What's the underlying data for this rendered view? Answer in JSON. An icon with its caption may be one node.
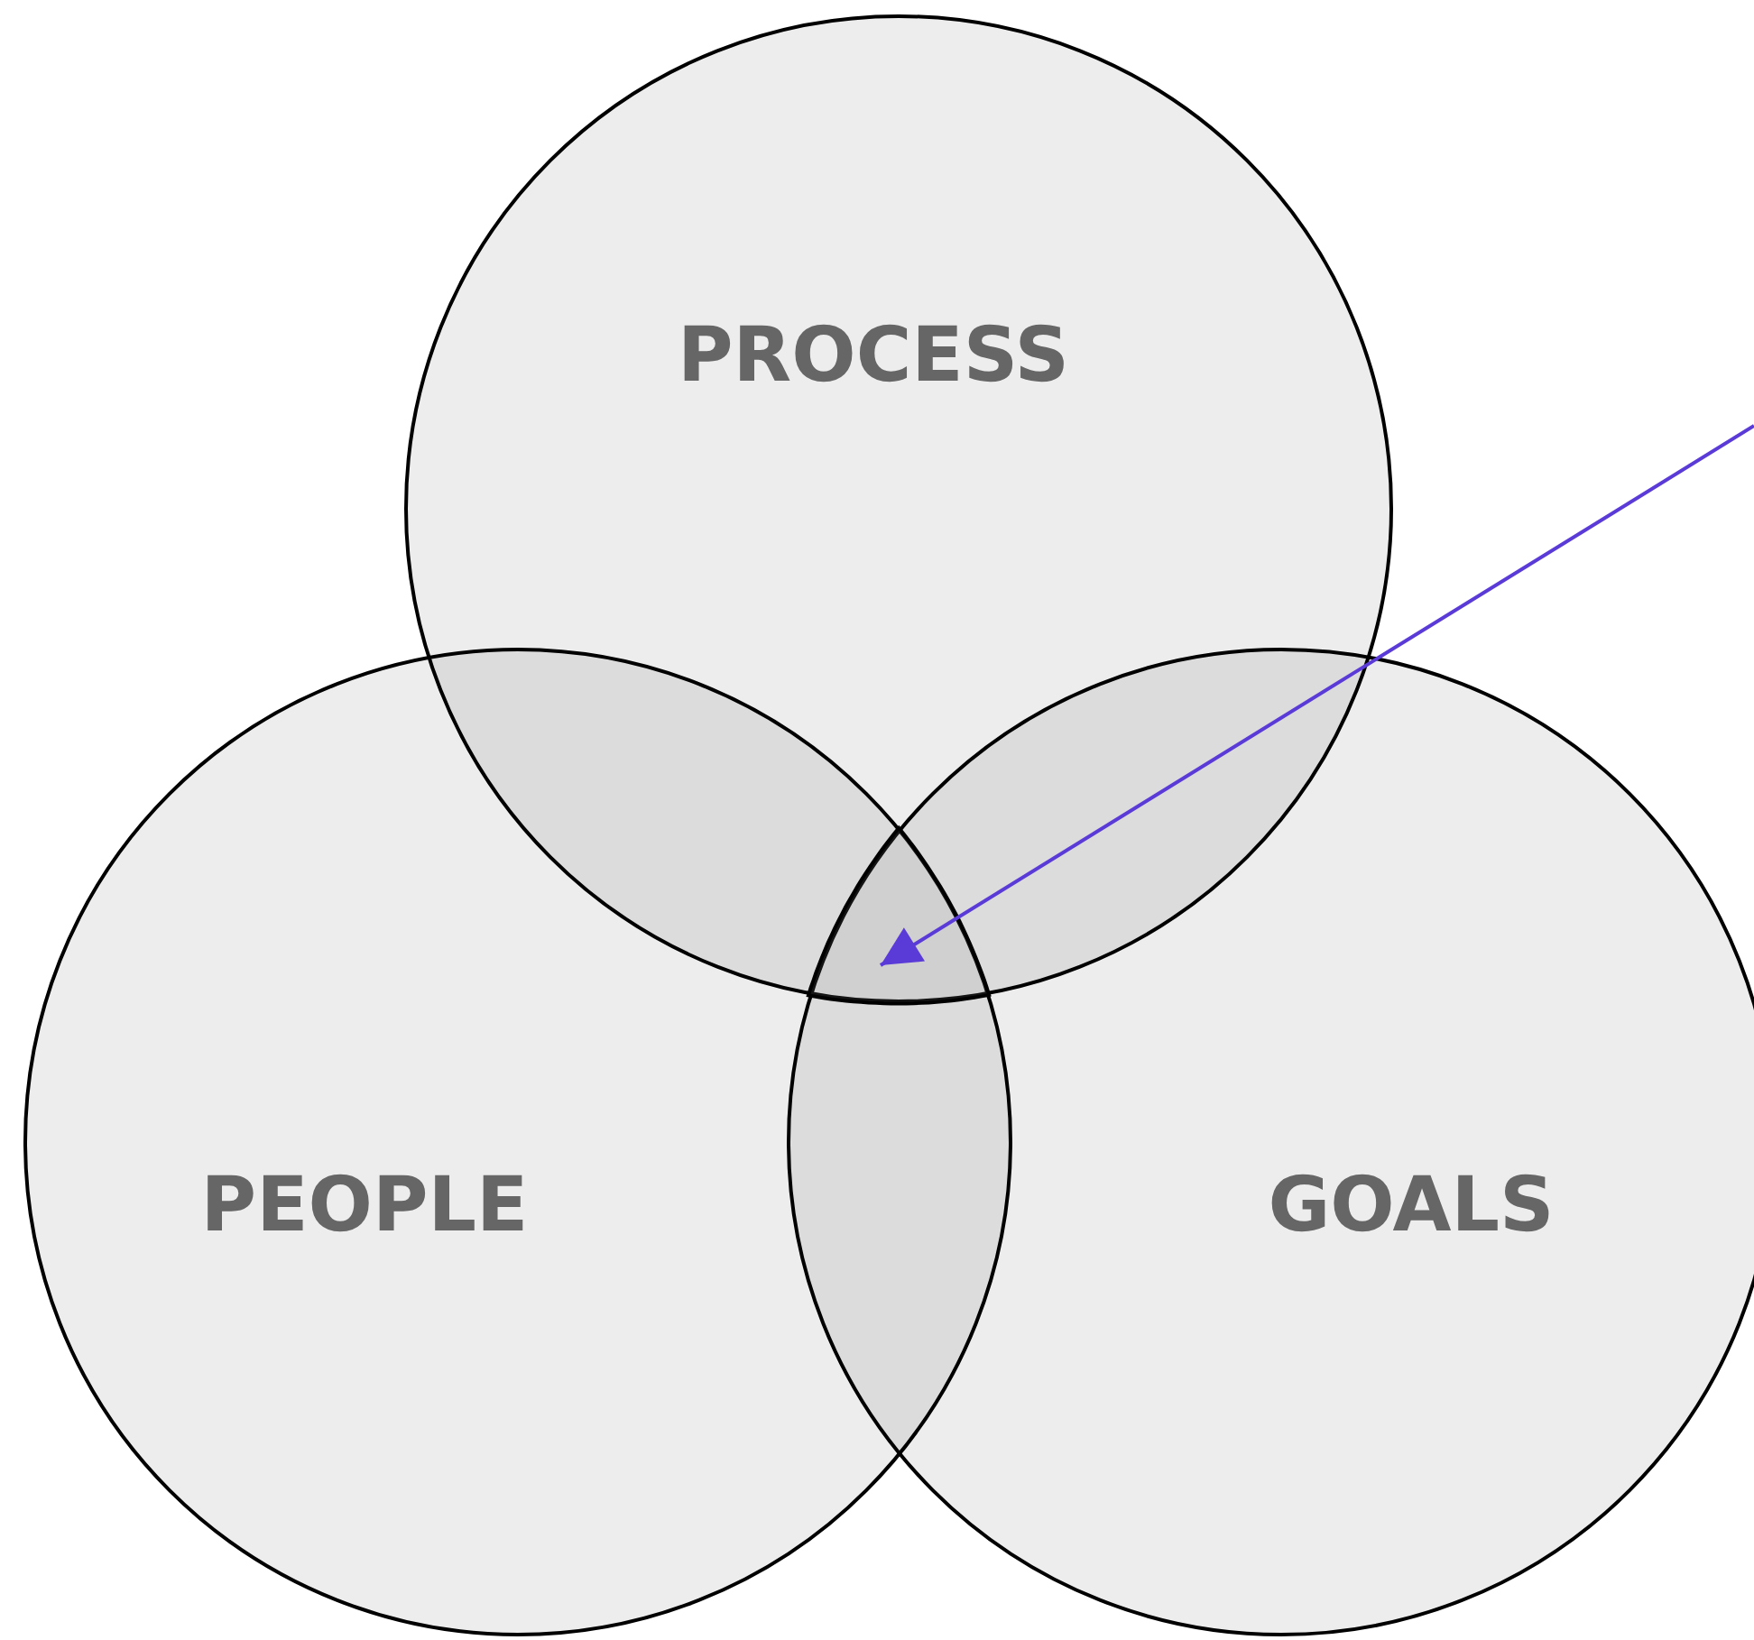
{
  "diagram": {
    "nodes": [
      {
        "text": [
          "PROCESS"
        ]
      },
      {
        "text": [
          "PEOPLE"
        ]
      },
      {
        "text": [
          "GOALS"
        ]
      },
      {
        "text": [],
        "shape": "region"
      }
    ],
    "edges": [
      {
        "from": null,
        "to": 3,
        "arrow": "to",
        "color": "#5a3bd8"
      }
    ]
  }
}
